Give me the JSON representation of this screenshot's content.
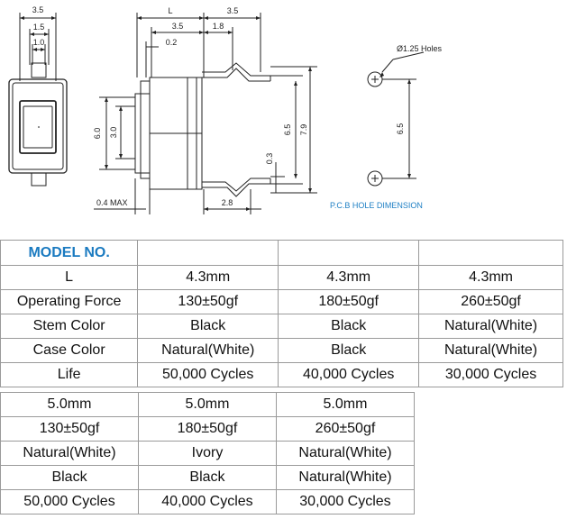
{
  "drawing": {
    "dims": {
      "w35a": "3.5",
      "w15": "1.5",
      "w10": "1.0",
      "L": "L",
      "w35b": "3.5",
      "w35c": "3.5",
      "w18": "1.8",
      "w02": "0.2",
      "h60": "6.0",
      "h30": "3.0",
      "h65a": "6.5",
      "h79": "7.9",
      "h03": "0.3",
      "max04": "0.4 MAX",
      "w28": "2.8",
      "holes": "Ø1.25 Holes",
      "h65b": "6.5"
    },
    "pcb_label": "P.C.B HOLE DIMENSION"
  },
  "table1": {
    "header": [
      "MODEL NO.",
      "",
      "",
      ""
    ],
    "rows": [
      [
        "L",
        "4.3mm",
        "4.3mm",
        "4.3mm"
      ],
      [
        "Operating Force",
        "130±50gf",
        "180±50gf",
        "260±50gf"
      ],
      [
        "Stem Color",
        "Black",
        "Black",
        "Natural(White)"
      ],
      [
        "Case Color",
        "Natural(White)",
        "Black",
        "Natural(White)"
      ],
      [
        "Life",
        "50,000 Cycles",
        "40,000 Cycles",
        "30,000 Cycles"
      ]
    ]
  },
  "table2": {
    "rows": [
      [
        "5.0mm",
        "5.0mm",
        "5.0mm"
      ],
      [
        "130±50gf",
        "180±50gf",
        "260±50gf"
      ],
      [
        "Natural(White)",
        "Ivory",
        "Natural(White)"
      ],
      [
        "Black",
        "Black",
        "Natural(White)"
      ],
      [
        "50,000 Cycles",
        "40,000 Cycles",
        "30,000 Cycles"
      ]
    ]
  },
  "colors": {
    "accent": "#1a7ac0"
  }
}
